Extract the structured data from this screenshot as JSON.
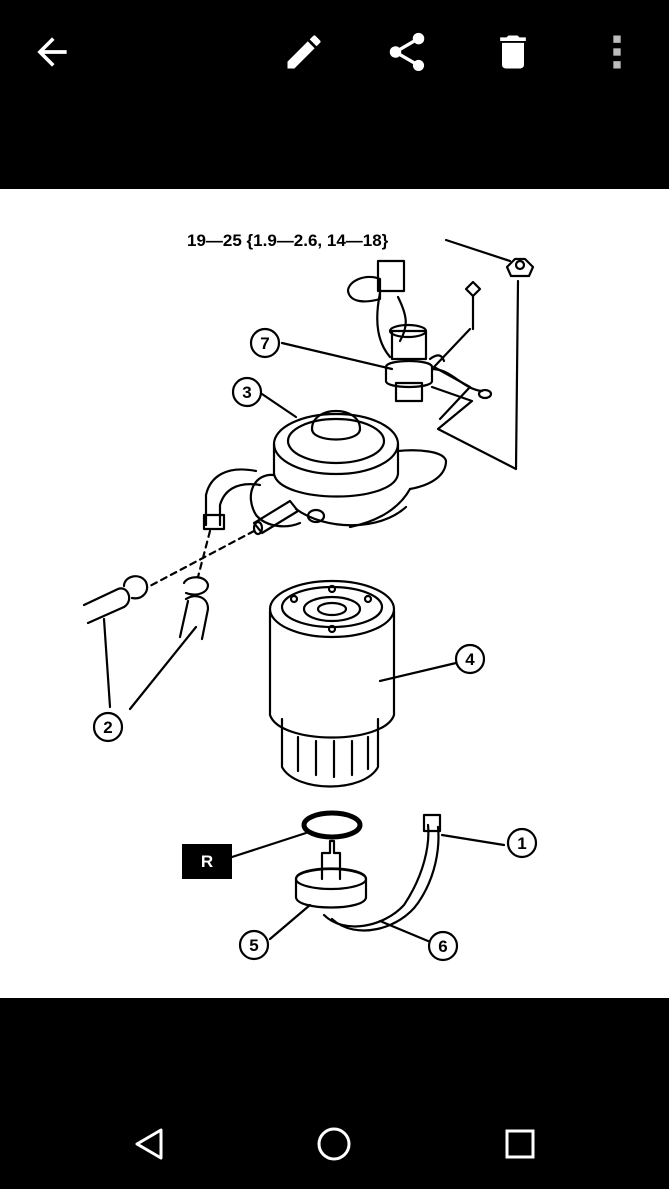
{
  "toolbar": {
    "back_icon": "arrow-left-icon",
    "edit_icon": "pencil-icon",
    "share_icon": "share-icon",
    "delete_icon": "trash-icon",
    "more_icon": "more-vert-icon",
    "icon_color": "#ffffff"
  },
  "diagram": {
    "torque_spec": "19—25 {1.9—2.6, 14—18}",
    "callouts": [
      "1",
      "2",
      "3",
      "4",
      "5",
      "6",
      "7"
    ],
    "replace_badge": "R"
  },
  "navbar": {
    "back_icon": "nav-back-triangle-icon",
    "home_icon": "nav-home-circle-icon",
    "recents_icon": "nav-recents-square-icon"
  }
}
